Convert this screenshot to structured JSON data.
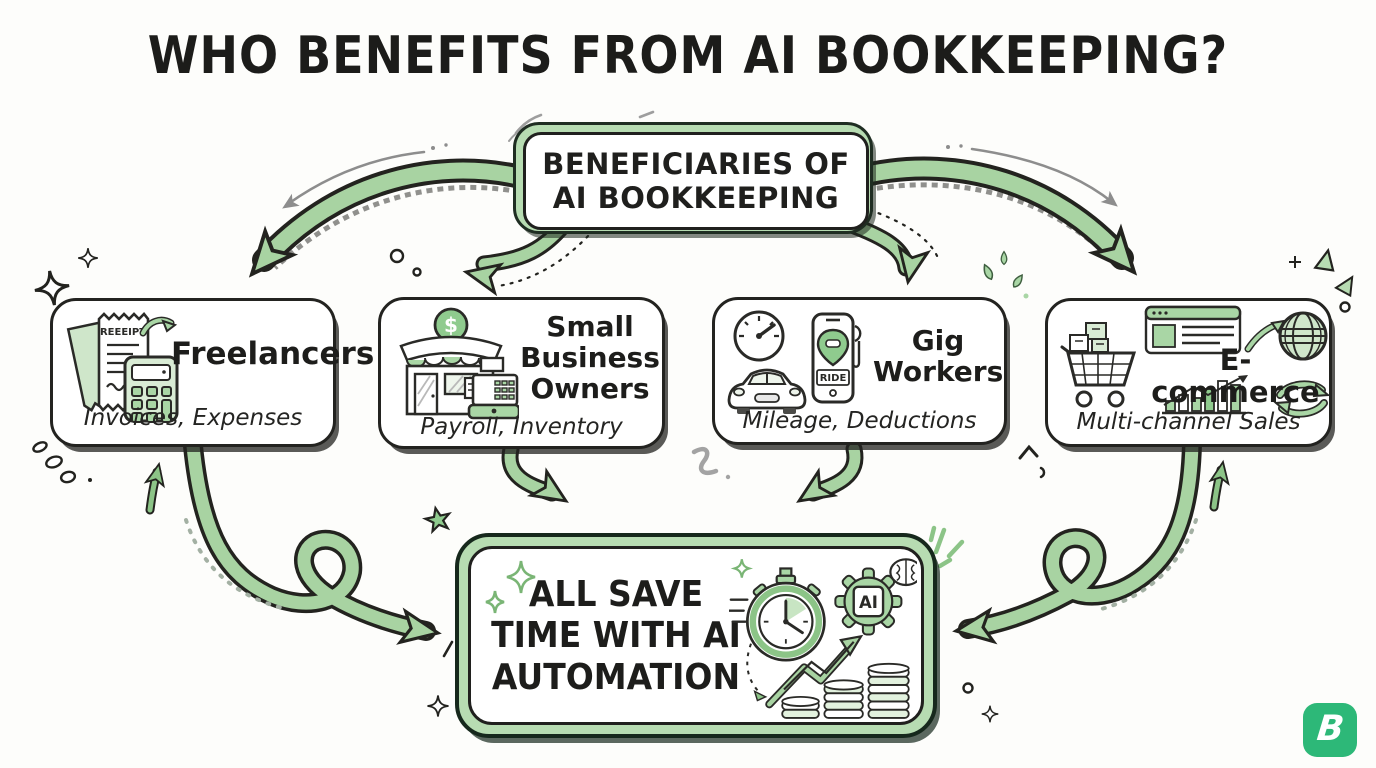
{
  "page": {
    "title": "WHO BENEFITS FROM AI BOOKKEEPING?"
  },
  "hub": {
    "label": "BENEFICIARIES OF\nAI BOOKKEEPING"
  },
  "cards": [
    {
      "title": "Freelancers",
      "subtitle": "Invoices, Expenses",
      "icon": "receipt-calculator-icon",
      "labels": {
        "receipt": "REEEIPT"
      }
    },
    {
      "title": "Small Business Owners",
      "subtitle": "Payroll, Inventory",
      "icon": "storefront-cash-register-icon",
      "labels": {
        "dollar": "$"
      }
    },
    {
      "title": "Gig Workers",
      "subtitle": "Mileage, Deductions",
      "icon": "car-speedometer-ride-app-icon",
      "labels": {
        "ride": "RIDE"
      }
    },
    {
      "title": "E-commerce",
      "subtitle": "Multi-channel Sales",
      "icon": "cart-browser-globe-chart-icon"
    }
  ],
  "summary": {
    "label": "ALL SAVE\nTIME WITH AI\nAUTOMATION",
    "labels": {
      "ai_chip": "AI"
    }
  },
  "brand": {
    "letter": "B",
    "color": "#2db878"
  },
  "colors": {
    "arrow_green": "#a8d3a2",
    "frame_green": "#b7dcb2",
    "icon_green": "#a9d6a5",
    "icon_green_dark": "#8fcb8e",
    "ink": "#1f1f1d",
    "brand_green": "#2db878"
  }
}
